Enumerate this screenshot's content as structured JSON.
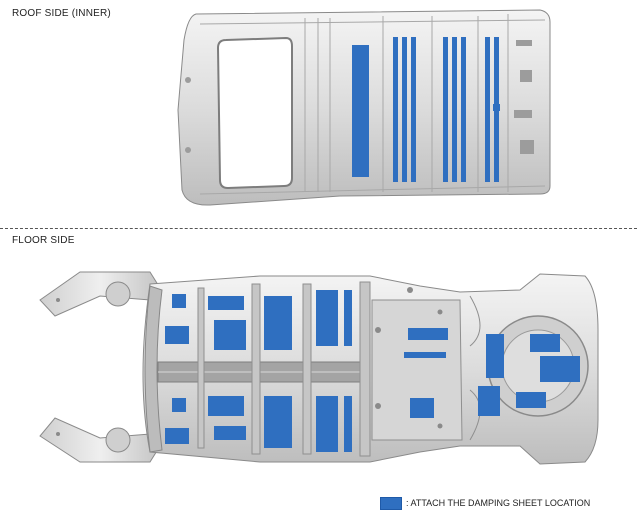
{
  "roof": {
    "label": "ROOF SIDE (INNER)"
  },
  "floor": {
    "label": "FLOOR SIDE"
  },
  "legend": {
    "text": ": ATTACH THE DAMPING SHEET LOCATION"
  },
  "colors": {
    "damping_sheet": "#2f6fc0",
    "metal_light": "#eeeeee",
    "metal_mid": "#c9c9c9",
    "metal_dark": "#8f8f8f"
  }
}
